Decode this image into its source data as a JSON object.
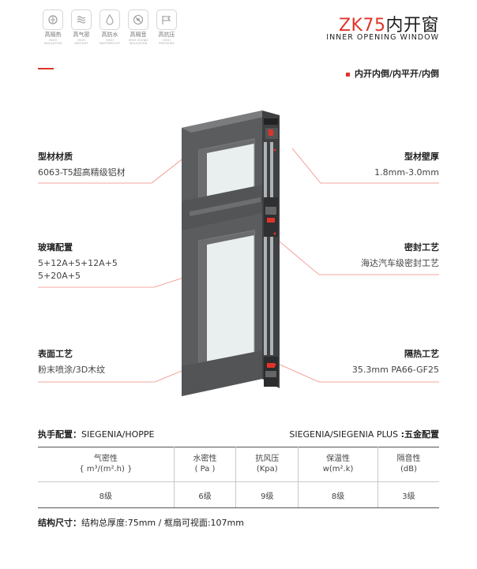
{
  "features": [
    {
      "cn": "高隔热",
      "en": "HIGH\nINSULATION",
      "icon": "heat-insulation-icon"
    },
    {
      "cn": "高气密",
      "en": "HIGH\nAIRTIGHT",
      "icon": "airtight-icon"
    },
    {
      "cn": "高防水",
      "en": "HIGH\nWATERPROOF",
      "icon": "waterproof-icon"
    },
    {
      "cn": "高隔音",
      "en": "HIGH SOUND\nINSULATION",
      "icon": "sound-insulation-icon"
    },
    {
      "cn": "高抗压",
      "en": "HIGH\nPRESSURE",
      "icon": "wind-pressure-icon"
    }
  ],
  "product": {
    "model_prefix": "ZK75",
    "model_suffix": "内开窗",
    "model_en": "INNER OPENING WINDOW",
    "opening_type": "内开内倒/内平开/内倒"
  },
  "specs": {
    "material_label": "型材材质",
    "material_value": "6063-T5超高精级铝材",
    "glass_label": "玻璃配置",
    "glass_value_1": "5+12A+5+12A+5",
    "glass_value_2": "5+20A+5",
    "surface_label": "表面工艺",
    "surface_value": "粉末喷涂/3D木纹",
    "thickness_label": "型材壁厚",
    "thickness_value": "1.8mm-3.0mm",
    "seal_label": "密封工艺",
    "seal_value": "海达汽车级密封工艺",
    "thermal_label": "隔热工艺",
    "thermal_value": "35.3mm   PA66-GF25"
  },
  "hardware": {
    "handle_label": "执手配置：",
    "handle_value": "SIEGENIA/HOPPE",
    "fittings_value": "SIEGENIA/SIEGENIA PLUS ",
    "fittings_label": ":五金配置"
  },
  "performance": {
    "headers": [
      {
        "line1": "气密性",
        "line2": "{ m³/(m².h) }"
      },
      {
        "line1": "水密性",
        "line2": "( Pa )"
      },
      {
        "line1": "抗风压",
        "line2": "(Kpa)"
      },
      {
        "line1": "保温性",
        "line2": "w(m².k)"
      },
      {
        "line1": "隔音性",
        "line2": "(dB)"
      }
    ],
    "values": [
      "8级",
      "6级",
      "9级",
      "8级",
      "3级"
    ]
  },
  "structure": {
    "label": "结构尺寸：",
    "value": "结构总厚度:75mm / 框扇可视面:107mm"
  },
  "colors": {
    "accent": "#e0342a",
    "frame": "#5a5c5e",
    "frame_dark": "#3e4042"
  }
}
